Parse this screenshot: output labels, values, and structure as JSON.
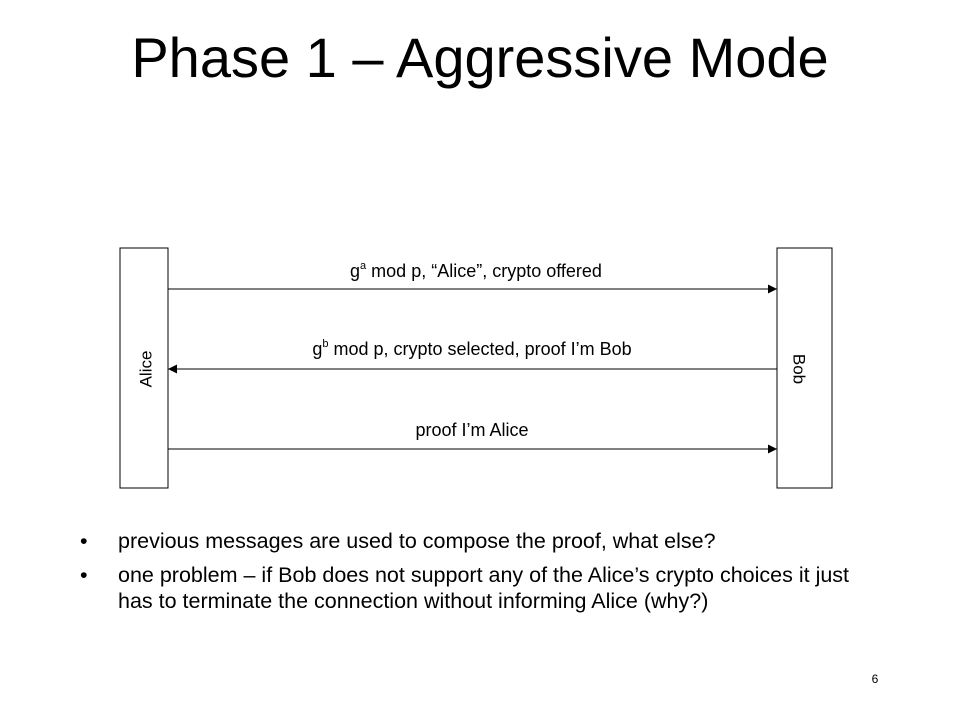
{
  "slide": {
    "title": "Phase 1 – Aggressive Mode",
    "page_number": "6"
  },
  "diagram": {
    "left_party": "Alice",
    "right_party": "Bob",
    "messages": [
      {
        "base": "g",
        "exp": "a",
        "rest": " mod p, “Alice”, crypto offered",
        "direction": "right"
      },
      {
        "base": "g",
        "exp": "b",
        "rest": " mod p, crypto selected, proof I’m Bob",
        "direction": "left"
      },
      {
        "text": "proof I’m Alice",
        "direction": "right"
      }
    ]
  },
  "bullets": [
    {
      "marker": "•",
      "text": "previous messages are used to compose the proof, what else?"
    },
    {
      "marker": "•",
      "text": "one problem – if Bob does not support any of the Alice’s crypto choices it just has to terminate the connection without informing Alice (why?)"
    }
  ]
}
